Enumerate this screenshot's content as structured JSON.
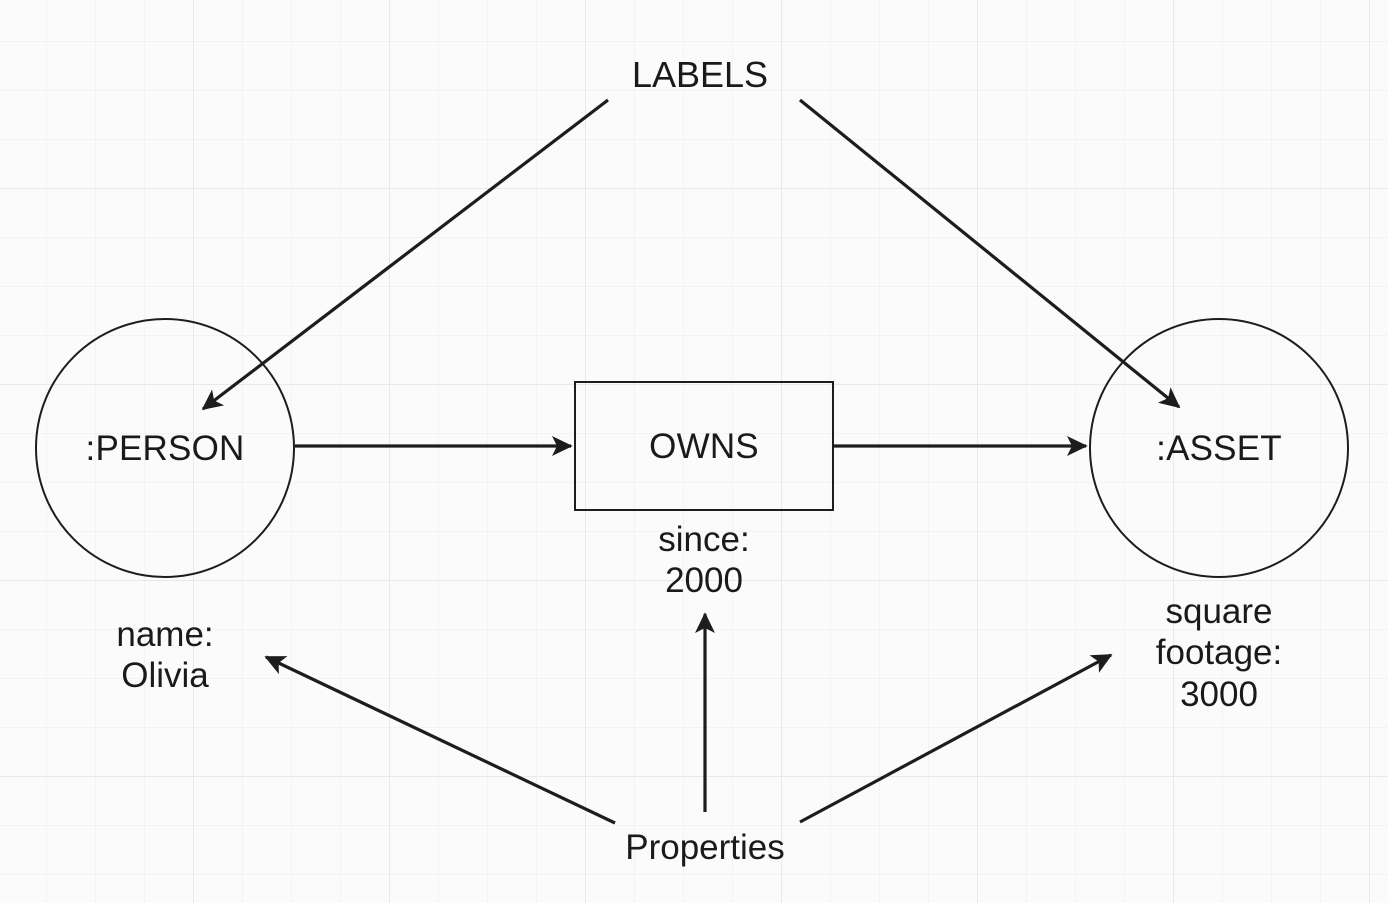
{
  "diagram": {
    "title_label": "LABELS",
    "properties_label": "Properties",
    "nodes": [
      {
        "id": "person",
        "shape": "circle",
        "label": ":PERSON"
      },
      {
        "id": "owns",
        "shape": "rectangle",
        "label": "OWNS"
      },
      {
        "id": "asset",
        "shape": "circle",
        "label": ":ASSET"
      }
    ],
    "property_labels": [
      {
        "id": "person-property",
        "text": "name:\nOlivia"
      },
      {
        "id": "owns-property",
        "text": "since:\n2000"
      },
      {
        "id": "asset-property",
        "text": "square\nfootage:\n3000"
      }
    ],
    "edges": [
      {
        "id": "person-owns",
        "from": ":PERSON",
        "to": "OWNS",
        "label": ""
      },
      {
        "id": "owns-asset",
        "from": "OWNS",
        "to": ":ASSET",
        "label": ""
      },
      {
        "id": "labels-person",
        "from": "LABELS",
        "to": ":PERSON",
        "label": ""
      },
      {
        "id": "labels-asset",
        "from": "LABELS",
        "to": ":ASSET",
        "label": ""
      },
      {
        "id": "properties-name",
        "from": "Properties",
        "to": "name: Olivia",
        "label": ""
      },
      {
        "id": "properties-since",
        "from": "Properties",
        "to": "since: 2000",
        "label": ""
      },
      {
        "id": "properties-footage",
        "from": "Properties",
        "to": "square footage: 3000",
        "label": ""
      }
    ],
    "colors": {
      "stroke": "#1d1d1d",
      "text": "#1a1a1a",
      "background": "#fbfbfb",
      "grid_minor": "#f3f3f5",
      "grid_major": "#e9e9ec"
    }
  }
}
